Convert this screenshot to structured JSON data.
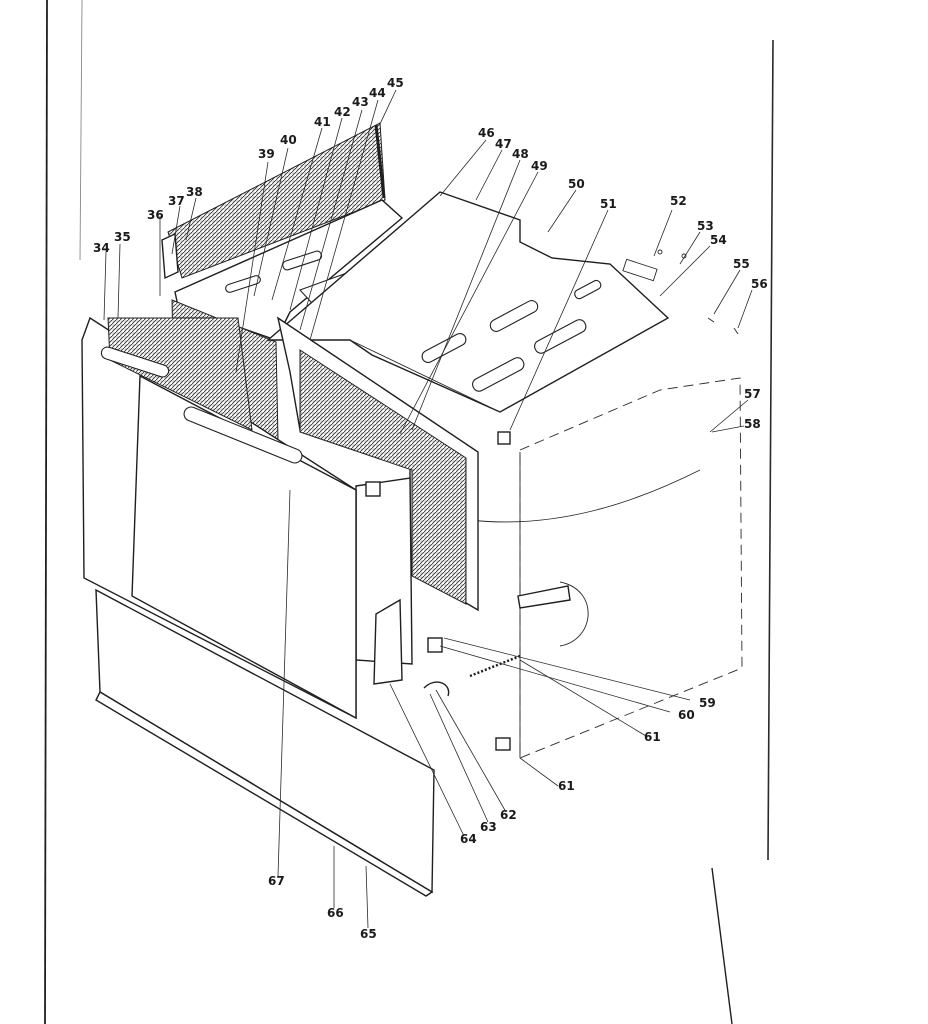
{
  "labels": [
    {
      "id": "34",
      "text": "34"
    },
    {
      "id": "35",
      "text": "35"
    },
    {
      "id": "36",
      "text": "36"
    },
    {
      "id": "37",
      "text": "37"
    },
    {
      "id": "38",
      "text": "38"
    },
    {
      "id": "39",
      "text": "39"
    },
    {
      "id": "40",
      "text": "40"
    },
    {
      "id": "41",
      "text": "41"
    },
    {
      "id": "42",
      "text": "42"
    },
    {
      "id": "43",
      "text": "43"
    },
    {
      "id": "44",
      "text": "44"
    },
    {
      "id": "45",
      "text": "45"
    },
    {
      "id": "46",
      "text": "46"
    },
    {
      "id": "47",
      "text": "47"
    },
    {
      "id": "48",
      "text": "48"
    },
    {
      "id": "49",
      "text": "49"
    },
    {
      "id": "50",
      "text": "50"
    },
    {
      "id": "51a",
      "text": "51"
    },
    {
      "id": "52",
      "text": "52"
    },
    {
      "id": "53",
      "text": "53"
    },
    {
      "id": "54",
      "text": "54"
    },
    {
      "id": "55",
      "text": "55"
    },
    {
      "id": "56",
      "text": "56"
    },
    {
      "id": "57",
      "text": "57"
    },
    {
      "id": "58",
      "text": "58"
    },
    {
      "id": "59",
      "text": "59"
    },
    {
      "id": "60",
      "text": "60"
    },
    {
      "id": "61a",
      "text": "61"
    },
    {
      "id": "61b",
      "text": "61"
    },
    {
      "id": "62",
      "text": "62"
    },
    {
      "id": "63",
      "text": "63"
    },
    {
      "id": "64",
      "text": "64"
    },
    {
      "id": "65",
      "text": "65"
    },
    {
      "id": "66",
      "text": "66"
    },
    {
      "id": "67",
      "text": "67"
    }
  ]
}
